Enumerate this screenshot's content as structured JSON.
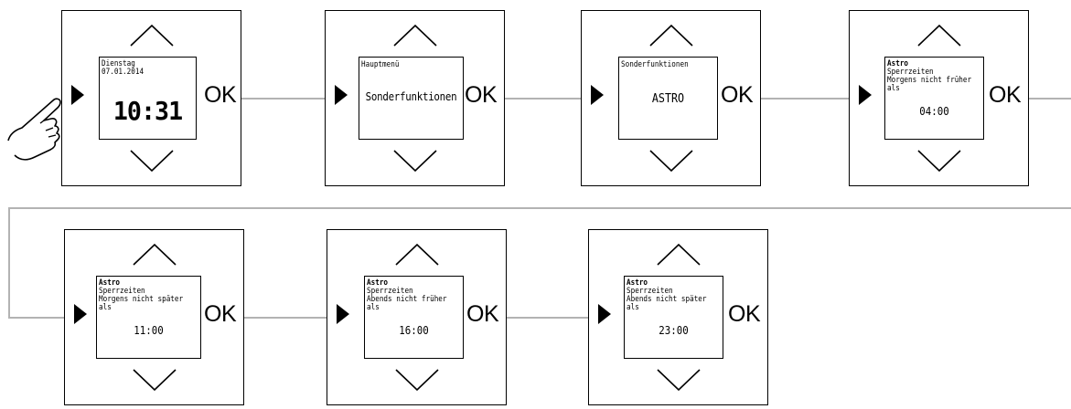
{
  "ok_label": "OK",
  "panels": [
    {
      "screen": {
        "line1": "Dienstag",
        "line2": "07.01.2014",
        "clock": "10:31"
      }
    },
    {
      "screen": {
        "header": "Hauptmenü",
        "label": "Sonderfunktionen"
      }
    },
    {
      "screen": {
        "header": "Sonderfunktionen",
        "label": "ASTRO"
      }
    },
    {
      "screen": {
        "l1": "Astro",
        "l2": "Sperrzeiten",
        "l3": "Morgens nicht früher",
        "l4": "als",
        "time": "04:00"
      }
    },
    {
      "screen": {
        "l1": "Astro",
        "l2": "Sperrzeiten",
        "l3": "Morgens nicht später",
        "l4": "als",
        "time": "11:00"
      }
    },
    {
      "screen": {
        "l1": "Astro",
        "l2": "Sperrzeiten",
        "l3": "Abends nicht früher",
        "l4": "als",
        "time": "16:00"
      }
    },
    {
      "screen": {
        "l1": "Astro",
        "l2": "Sperrzeiten",
        "l3": "Abends nicht später",
        "l4": "als",
        "time": "23:00"
      }
    }
  ]
}
